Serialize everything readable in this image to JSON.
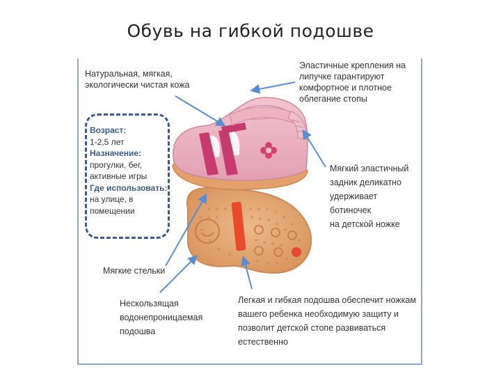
{
  "slide": {
    "title": "Обувь на гибкой подошве"
  },
  "callouts": {
    "leather": [
      "Натуральная, мягкая,",
      "экологически чистая кожа"
    ],
    "velcro": [
      "Эластичные крепления на",
      "липучке гарантируют",
      "комфортное и плотное",
      "облегание стопы"
    ],
    "heel": [
      "Мягкий эластичный",
      "задник деликатно",
      "удерживает",
      "ботиночек",
      "на детской ножке"
    ],
    "insoles": [
      "Мягкие стельки"
    ],
    "nonslip": [
      "Нескользящая",
      "водонепроницаемая",
      "подошва"
    ],
    "sole": [
      "Легкая и гибкая подошва обеспечит ножкам",
      "вашего ребенка необходимую защиту и",
      "позволит детской стопе развиваться",
      "естественно"
    ]
  },
  "info_box": {
    "age_label": "Возраст:",
    "age_value": "1-2,5 лет",
    "purpose_label": "Назначение:",
    "purpose_value": [
      "прогулки, бег,",
      "активные игры"
    ],
    "where_label": "Где использовать:",
    "where_value": [
      "на улице, в",
      "помещении"
    ]
  },
  "colors": {
    "arrow": "#5b8bd0",
    "dashed_border": "#3b5b8c",
    "frame": "#8fa8c8",
    "shoe_pink": "#e8a9b8",
    "strap_magenta": "#c63a6e",
    "sole_tan": "#e0a36e",
    "sole_outline": "#c9895a"
  }
}
